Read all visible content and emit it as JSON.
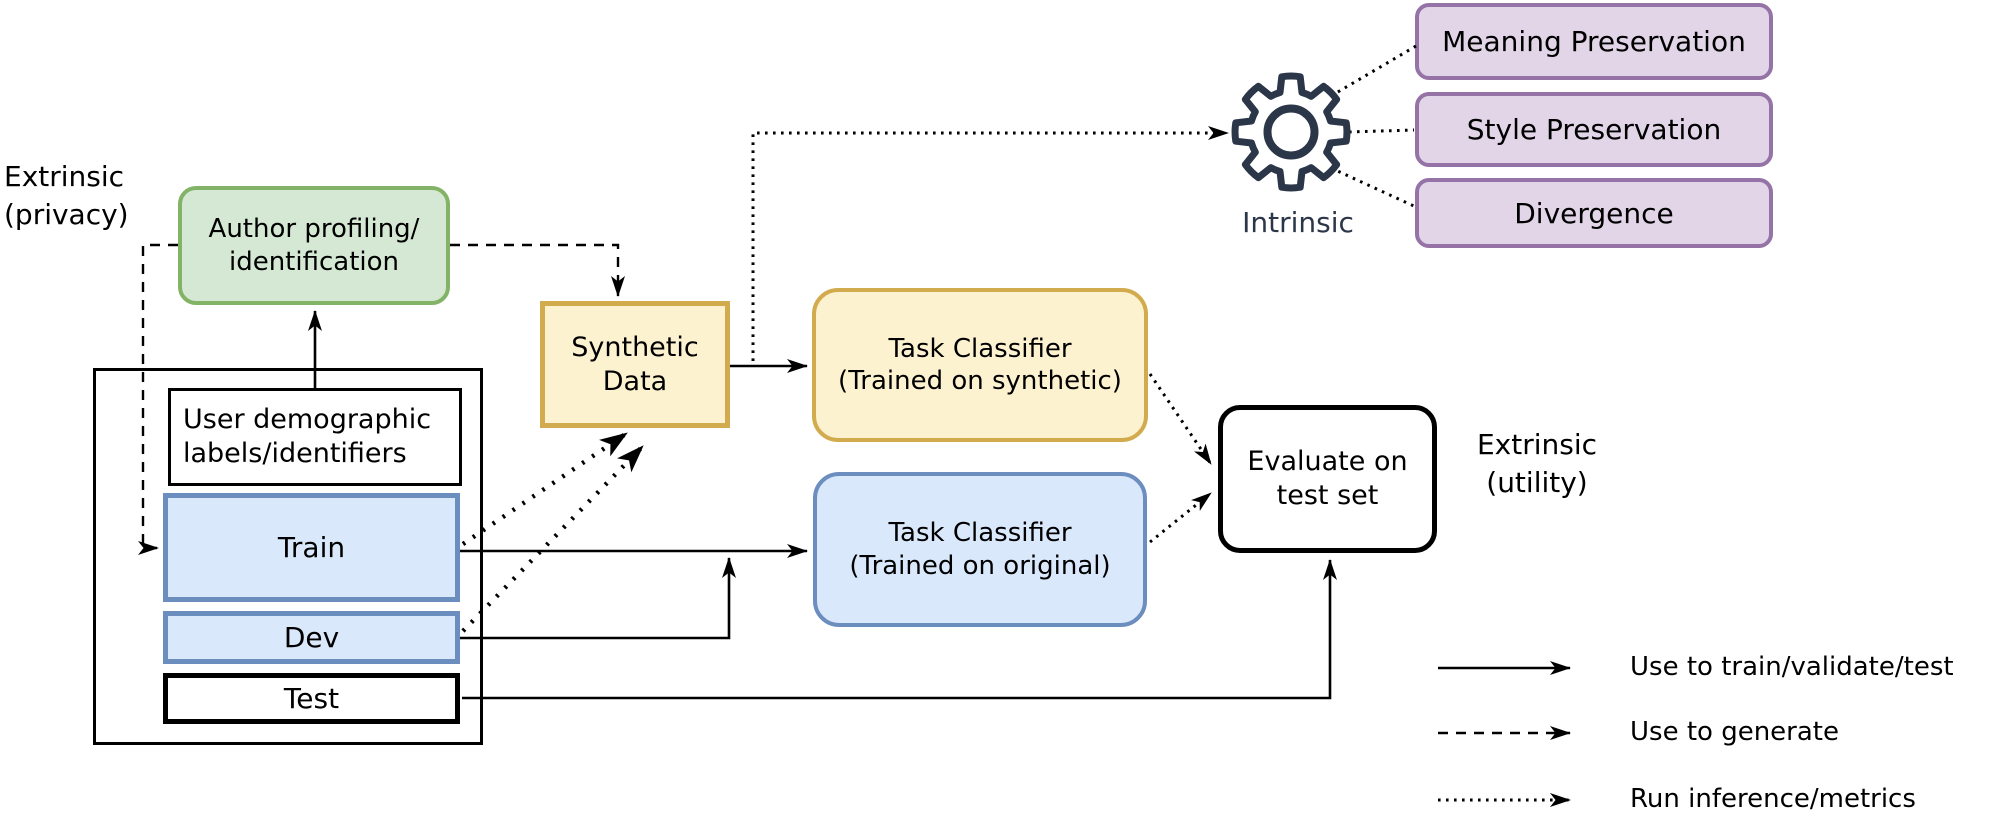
{
  "colors": {
    "green-fill": "#d5e8d4",
    "green-border": "#82b366",
    "blue-fill": "#dae8fc",
    "blue-border": "#6c8ebf",
    "yellow-fill": "#fdf2d0",
    "yellow-border": "#d2ab4e",
    "purple-fill": "#e1d5e7",
    "purple-border": "#9673a6",
    "slate": "#2b3649"
  },
  "annotations": {
    "extrinsic_privacy": "Extrinsic\n(privacy)",
    "extrinsic_utility": "Extrinsic\n(utility)",
    "intrinsic": "Intrinsic"
  },
  "nodes": {
    "author_profiling": "Author profiling/\nidentification",
    "user_demographic": "User demographic\nlabels/identifiers",
    "train": "Train",
    "dev": "Dev",
    "test": "Test",
    "synthetic_data": "Synthetic\nData",
    "classifier_synthetic": "Task Classifier\n(Trained on synthetic)",
    "classifier_original": "Task Classifier\n(Trained on original)",
    "evaluate": "Evaluate on\ntest set"
  },
  "intrinsic_metrics": [
    "Meaning Preservation",
    "Style Preservation",
    "Divergence"
  ],
  "legend": {
    "items": [
      {
        "style": "solid",
        "label": "Use to train/validate/test"
      },
      {
        "style": "dashed",
        "label": "Use to generate"
      },
      {
        "style": "dotted",
        "label": "Run inference/metrics"
      }
    ]
  }
}
